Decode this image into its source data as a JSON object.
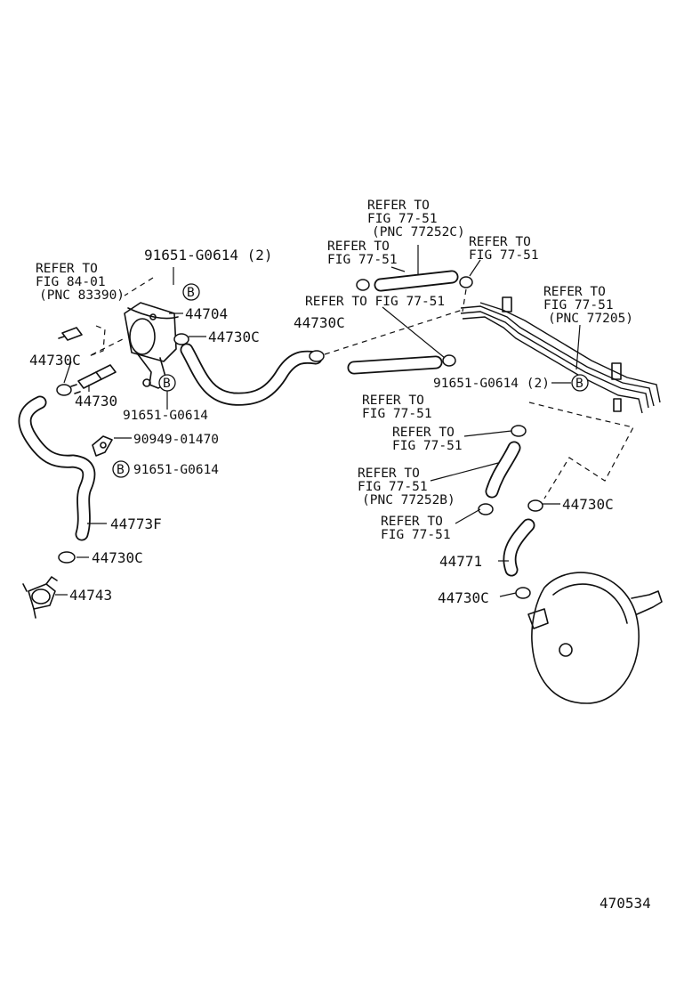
{
  "labels": {
    "ref_pnc_83390": [
      "REFER TO",
      "FIG 84-01",
      "(PNC 83390)"
    ],
    "part_91651_g0614_2_top": "91651-G0614 (2)",
    "part_44704": "44704",
    "part_44730c_a": "44730C",
    "part_44730c_b": "44730C",
    "part_44730": "44730",
    "part_91651_g0614_a": "91651-G0614",
    "part_90949_01470": "90949-01470",
    "part_91651_g0614_b": "91651-G0614",
    "part_44773f": "44773F",
    "part_44730c_c": "44730C",
    "part_44743": "44743",
    "part_44730c_center": "44730C",
    "ref_pnc_77252c": [
      "REFER TO",
      "FIG 77-51",
      "(PNC 77252C)"
    ],
    "ref_fig_77_51_a": [
      "REFER TO",
      "FIG 77-51"
    ],
    "ref_fig_77_51_b": [
      "REFER TO",
      "FIG 77-51"
    ],
    "ref_fig_77_51_inline": "REFER TO FIG 77-51",
    "ref_pnc_77205": [
      "REFER TO",
      "FIG 77-51",
      "(PNC 77205)"
    ],
    "ref_fig_77_51_c": [
      "REFER TO",
      "FIG 77-51"
    ],
    "part_91651_g0614_2_right": "91651-G0614 (2)",
    "ref_fig_77_51_d": [
      "REFER TO",
      "FIG 77-51"
    ],
    "ref_pnc_77252b": [
      "REFER TO",
      "FIG 77-51",
      "(PNC 77252B)"
    ],
    "ref_fig_77_51_e": [
      "REFER TO",
      "FIG 77-51"
    ],
    "part_44730c_right": "44730C",
    "part_44771": "44771",
    "part_44730c_bottom": "44730C",
    "circle_b": "B",
    "illustration_number": "470534"
  }
}
